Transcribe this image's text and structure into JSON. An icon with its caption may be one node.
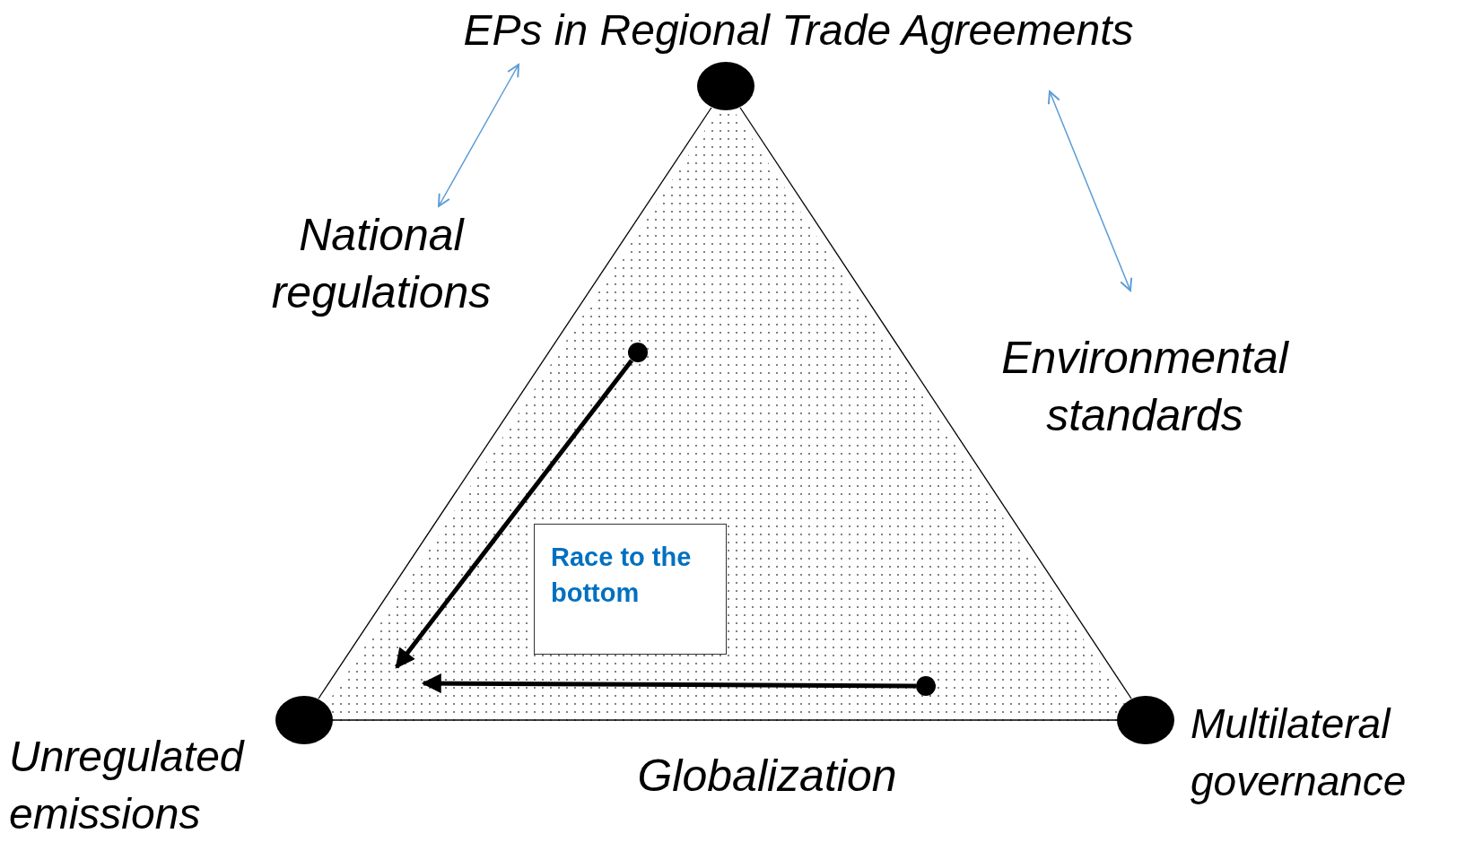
{
  "diagram": {
    "nodes": [
      {
        "text": [
          "EPs in Regional Trade Agreements"
        ]
      },
      {
        "text": [
          "Unregulated emissions"
        ]
      },
      {
        "text": [
          "Multilateral governance"
        ]
      },
      {
        "text": [
          "Race to the bottom"
        ]
      },
      {
        "text": [
          "National regulations"
        ]
      },
      {
        "text": [
          "Environmental standards"
        ]
      },
      {
        "text": [],
        "shape": "circle"
      },
      {
        "text": [],
        "shape": "circle"
      }
    ],
    "edges": [
      {
        "from": 0,
        "to": 1,
        "arrow": "none"
      },
      {
        "from": 1,
        "to": 2,
        "arrow": "none",
        "label": "Globalization"
      },
      {
        "from": 2,
        "to": 0,
        "arrow": "none"
      },
      {
        "from": 4,
        "to": 0,
        "arrow": "both",
        "color": "#5b9bd5"
      },
      {
        "from": 5,
        "to": 0,
        "arrow": "both",
        "color": "#5b9bd5"
      },
      {
        "from": 6,
        "to": null,
        "arrow": "to",
        "style": "thick"
      },
      {
        "from": 7,
        "to": null,
        "arrow": "to",
        "style": "thick"
      }
    ]
  }
}
